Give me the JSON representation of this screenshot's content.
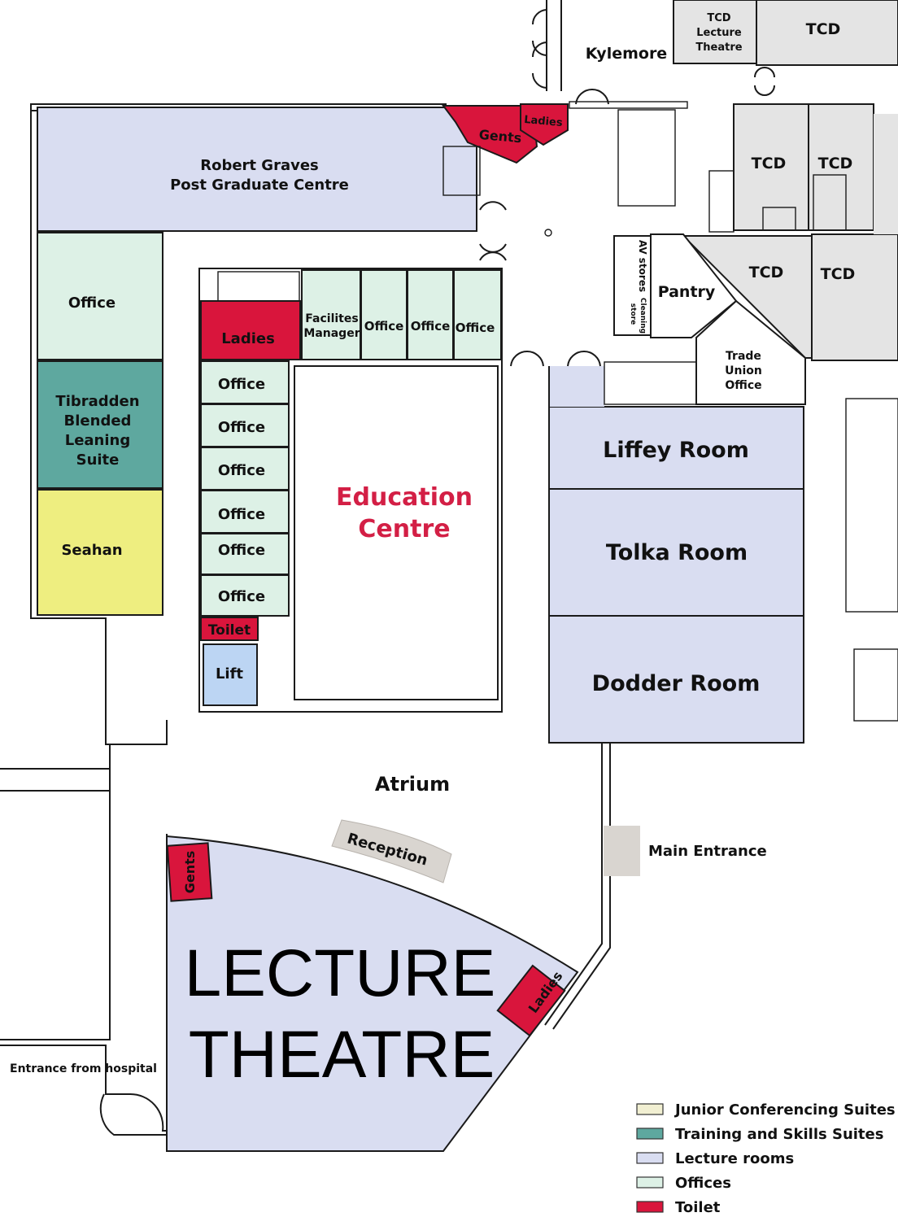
{
  "colors": {
    "lecture": "#d9ddf1",
    "office": "#ddf1e6",
    "training": "#5ea89f",
    "junior": "#f1efd2",
    "toilet": "#d9153c",
    "seahan": "#eeee80",
    "lift": "#bcd5f3",
    "tcd": "#e4e4e4",
    "reception": "#d9d5d0",
    "education_text": "#d31f45"
  },
  "labels": {
    "kylemore": "Kylemore",
    "tcd_lecture_1": "TCD",
    "tcd_lecture_2": "Lecture",
    "tcd_lecture_3": "Theatre",
    "tcd": "TCD",
    "robert_graves_1": "Robert Graves",
    "robert_graves_2": "Post Graduate Centre",
    "gents": "Gents",
    "ladies": "Ladies",
    "office": "Office",
    "tibradden_1": "Tibradden",
    "tibradden_2": "Blended",
    "tibradden_3": "Leaning",
    "tibradden_4": "Suite",
    "seahan": "Seahan",
    "facilities_1": "Facilites",
    "facilities_2": "Manager",
    "education_1": "Education",
    "education_2": "Centre",
    "toilet": "Toilet",
    "lift": "Lift",
    "av_stores": "AV stores",
    "cleaning_1": "Cleaning",
    "cleaning_2": "store",
    "pantry": "Pantry",
    "trade_union_1": "Trade",
    "trade_union_2": "Union",
    "trade_union_3": "Office",
    "liffey": "Liffey Room",
    "tolka": "Tolka Room",
    "dodder": "Dodder Room",
    "atrium": "Atrium",
    "reception": "Reception",
    "main_entrance": "Main Entrance",
    "entrance_hospital": "Entrance from hospital",
    "lecture_theatre_1": "LECTURE",
    "lecture_theatre_2": "THEATRE"
  },
  "legend": [
    {
      "label": "Junior Conferencing Suites",
      "color": "#f1efd2"
    },
    {
      "label": "Training and Skills Suites",
      "color": "#5ea89f"
    },
    {
      "label": "Lecture rooms",
      "color": "#d9ddf1"
    },
    {
      "label": "Offices",
      "color": "#ddf1e6"
    },
    {
      "label": "Toilet",
      "color": "#d9153c"
    }
  ]
}
